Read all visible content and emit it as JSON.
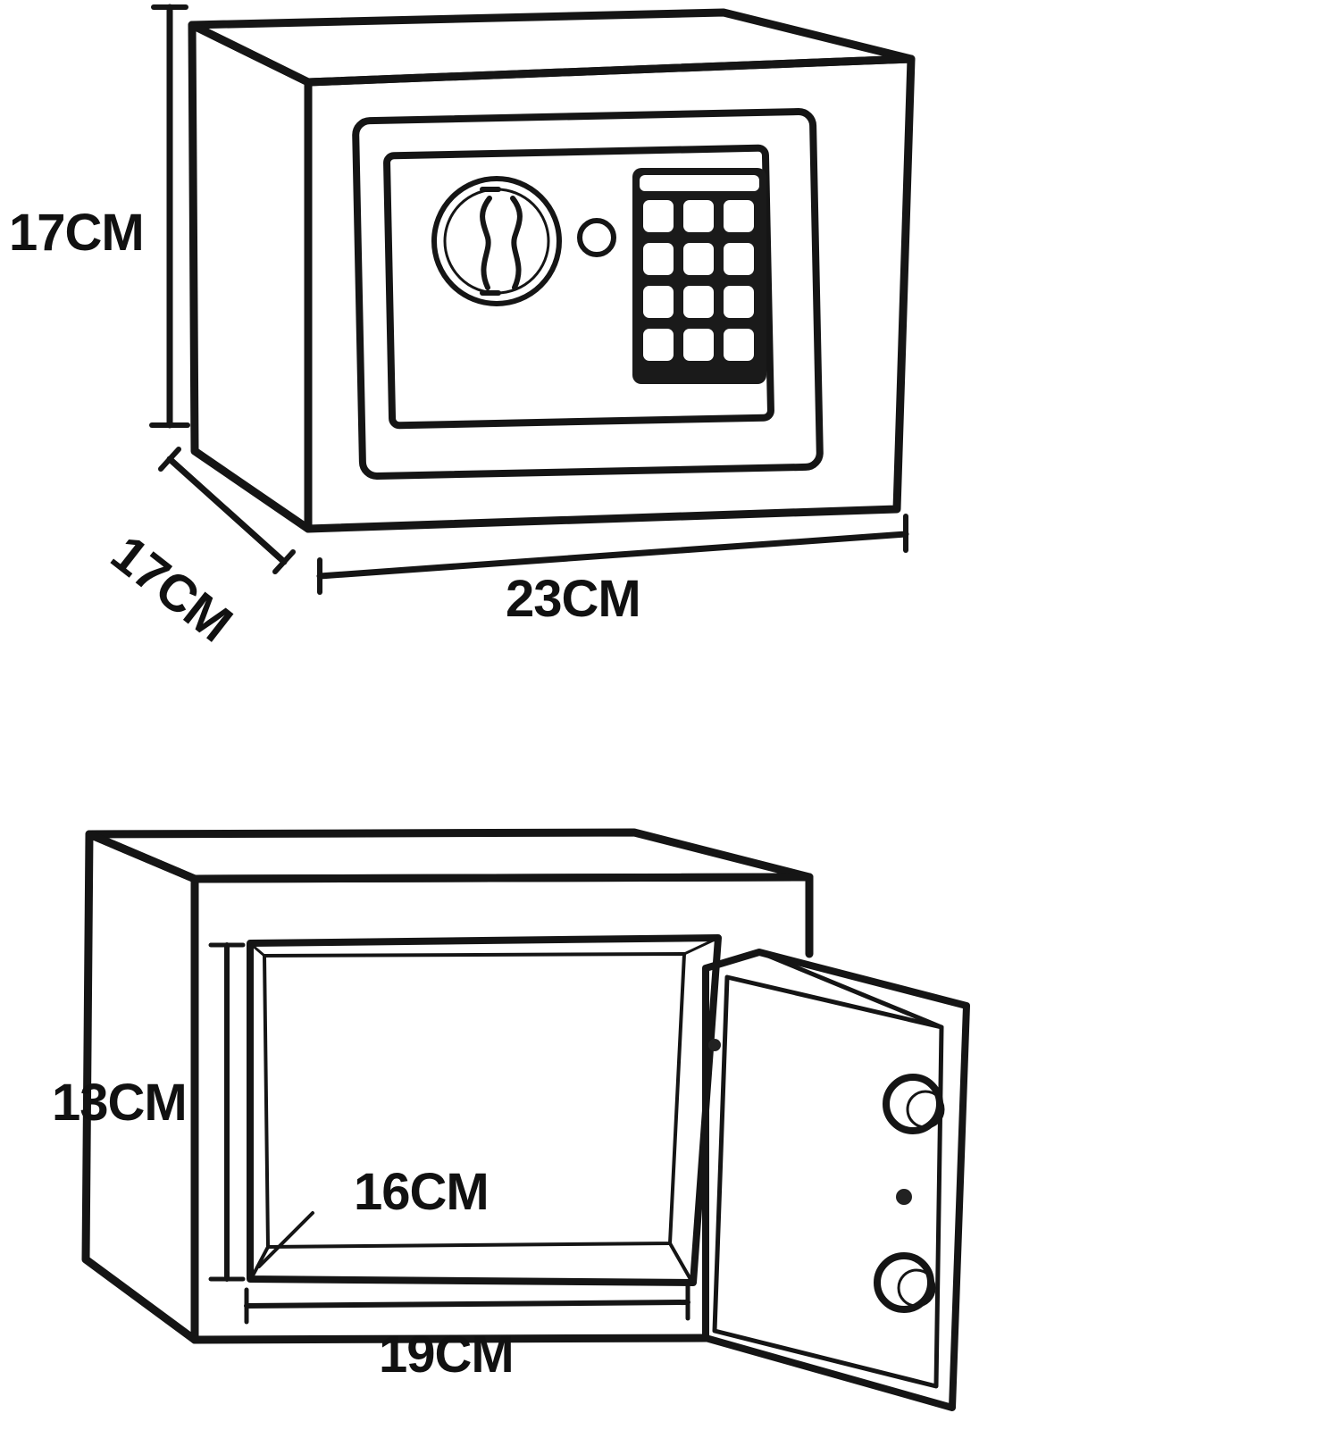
{
  "top_view": {
    "height_label": "17CM",
    "depth_label": "17CM",
    "width_label": "23CM"
  },
  "open_view": {
    "inner_height_label": "13CM",
    "inner_depth_label": "16CM",
    "inner_width_label": "19CM"
  }
}
